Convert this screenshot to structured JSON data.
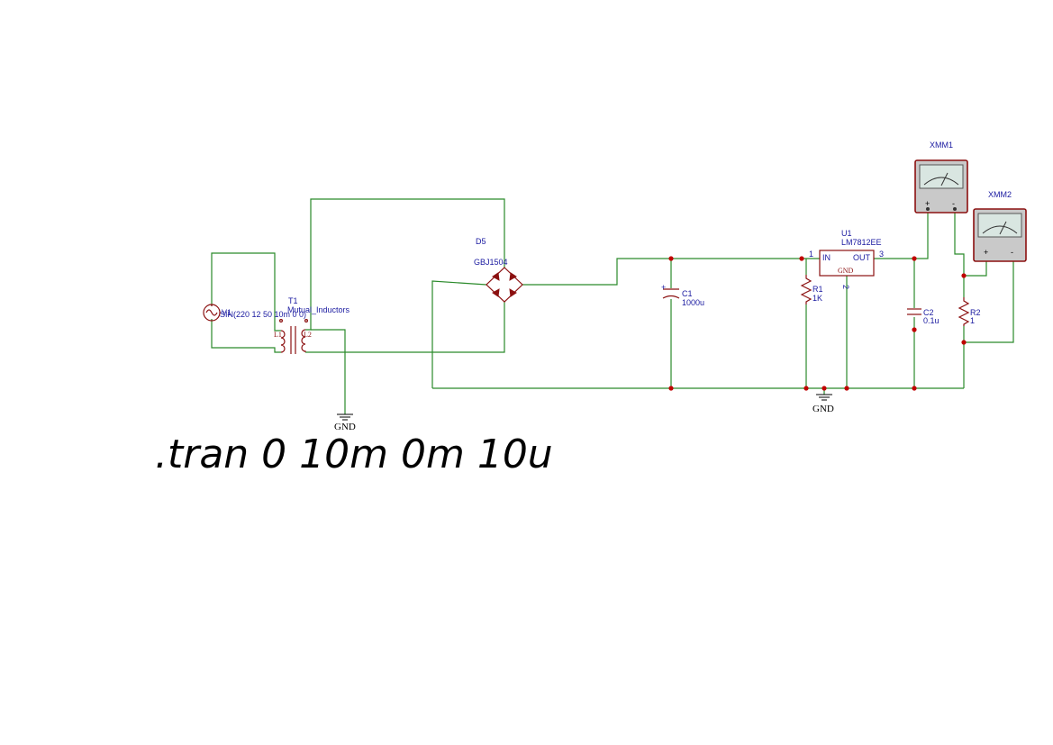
{
  "components": {
    "source": {
      "name": "V1",
      "value": "SIN(220 12 50 10m 0 0)"
    },
    "transformer": {
      "name": "T1",
      "model": "Mutual_Inductors",
      "primary": "L1",
      "secondary": "L2"
    },
    "bridge": {
      "name": "D5",
      "model": "GBJ1504"
    },
    "c1": {
      "name": "C1",
      "value": "1000u"
    },
    "r1": {
      "name": "R1",
      "value": "1K"
    },
    "regulator": {
      "name": "U1",
      "model": "LM7812EE",
      "pin_in_num": "1",
      "pin_in": "IN",
      "pin_out": "OUT",
      "pin_out_num": "3",
      "pin_gnd": "GND",
      "pin_gnd_num": "2"
    },
    "c2": {
      "name": "C2",
      "value": "0.1u"
    },
    "r2": {
      "name": "R2",
      "value": "1"
    },
    "xmm1": {
      "name": "XMM1",
      "plus": "+",
      "minus": "-"
    },
    "xmm2": {
      "name": "XMM2",
      "plus": "+",
      "minus": "-"
    }
  },
  "grounds": {
    "left": "GND",
    "right": "GND"
  },
  "simulation": {
    "directive": ".tran 0 10m 0m 10u"
  },
  "colors": {
    "wire": "#2a8a2a",
    "component": "#8b1010",
    "label": "#1a1aa0",
    "junction": "#c00000"
  }
}
